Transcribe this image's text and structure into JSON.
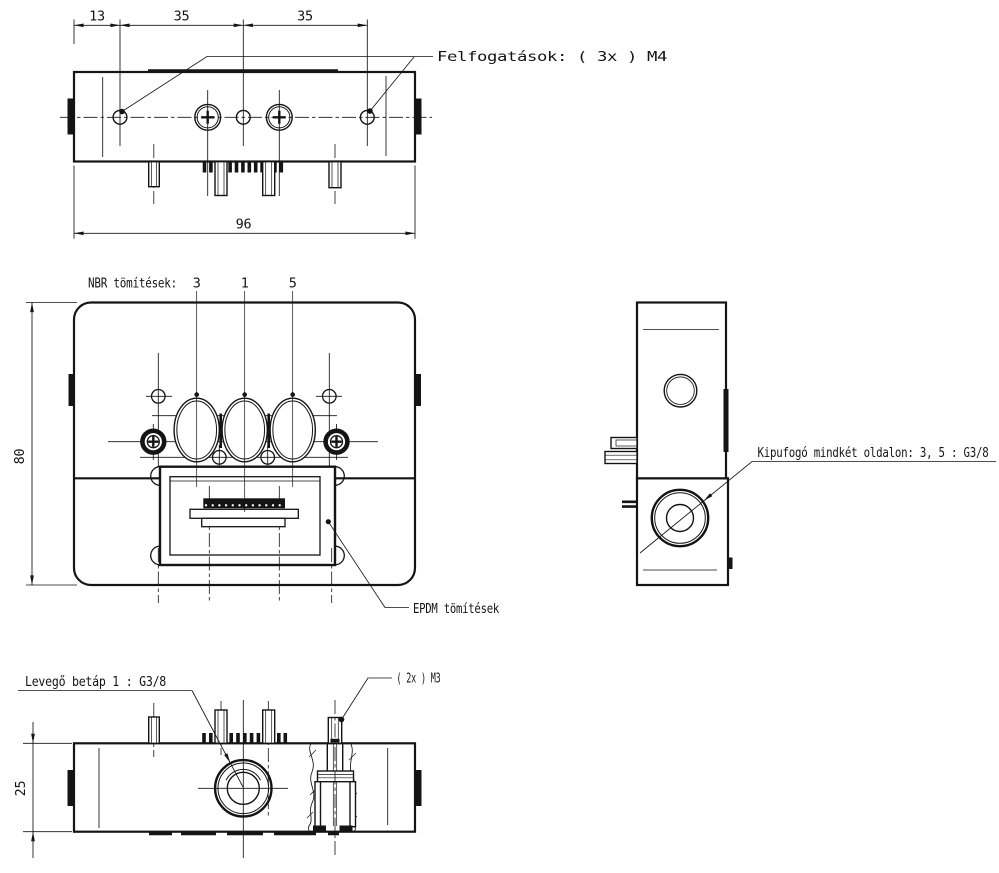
{
  "drawing": {
    "line_color": "#141414",
    "annotations": {
      "mounting_label": "Felfogatások: ( 3x ) M4",
      "nbr_label": "NBR tömítések:",
      "nbr_port_3": "3",
      "nbr_port_1": "1",
      "nbr_port_5": "5",
      "epdm_label": "EPDM tömítések",
      "exhaust_label": "Kipufogó mindkét oldalon: 3, 5 : G3/8",
      "air_inlet_label": "Levegő betáp 1 : G3/8",
      "m3_label": "( 2x ) M3"
    },
    "dimensions": {
      "offset_13": "13",
      "pitch_35_a": "35",
      "pitch_35_b": "35",
      "width_96": "96",
      "height_80": "80",
      "depth_25": "25"
    }
  }
}
